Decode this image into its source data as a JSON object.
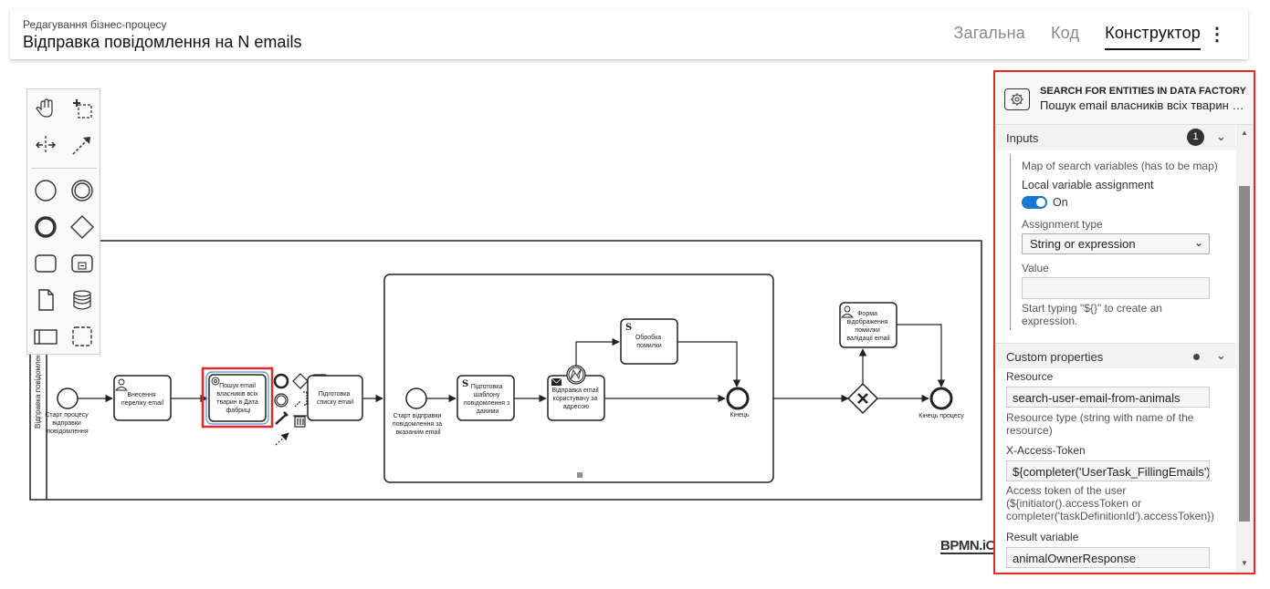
{
  "header": {
    "subtitle": "Редагування бізнес-процесу",
    "title": "Відправка повідомлення на N emails",
    "tabs": [
      "Загальна",
      "Код",
      "Конструктор"
    ],
    "active_tab": "Конструктор",
    "menu_icon": "more-vertical-icon"
  },
  "palette": {
    "tools": [
      "hand-tool-icon",
      "lasso-tool-icon",
      "space-tool-icon",
      "global-connect-icon",
      "start-event-icon",
      "intermediate-event-icon",
      "end-event-icon",
      "gateway-icon",
      "task-icon",
      "subprocess-icon",
      "data-object-icon",
      "data-store-icon",
      "pool-icon",
      "group-icon"
    ]
  },
  "diagram": {
    "pool_label": "Відправка повідомлення",
    "nodes": {
      "start": [
        "Старт процесу",
        "відправки",
        "повідомлення"
      ],
      "task1": [
        "Внесення",
        "переліку email"
      ],
      "task2": [
        "Пошук email",
        "власників всіх",
        "тварин в Дата",
        "фабриці"
      ],
      "task3": [
        "Підготовка",
        "списку email"
      ],
      "sub_start": [
        "Старт відправки",
        "повідомлення за",
        "вказаним email"
      ],
      "sub_task1": [
        "Підготовка",
        "шаблону",
        "повідомлення з",
        "даними"
      ],
      "sub_task2": [
        "Відправка email",
        "користувачу за",
        "адресою"
      ],
      "sub_task3": [
        "Обробка",
        "помилки"
      ],
      "sub_end": [
        "Кінець"
      ],
      "form": [
        "Форма",
        "відображення",
        "помилки",
        "валідації email"
      ],
      "end": [
        "Кінець процесу"
      ]
    }
  },
  "logo": "BPMN.iO",
  "properties": {
    "element_type": "SEARCH FOR ENTITIES IN DATA FACTORY",
    "element_name": "Пошук email власників всіх тварин в Дата фабриці",
    "inputs": {
      "label": "Inputs",
      "count": "1",
      "map_note": "Map of search variables (has to be map)",
      "local_label": "Local variable assignment",
      "local_value": "On",
      "assignment_label": "Assignment type",
      "assignment_value": "String or expression",
      "value_label": "Value",
      "value_hint_1": "Start typing \"${}\" to create an",
      "value_hint_2": "expression."
    },
    "custom": {
      "label": "Custom properties",
      "resource_label": "Resource",
      "resource_value": "search-user-email-from-animals",
      "resource_hint_1": "Resource type (string with name of the",
      "resource_hint_2": "resource)",
      "token_label": "X-Access-Token",
      "token_value": "${completer('UserTask_FillingEmails').a",
      "token_hint_1": "Access token of the user",
      "token_hint_2": "(${initiator().accessToken or",
      "token_hint_3": "completer('taskDefinitionId').accessToken})",
      "result_label": "Result variable",
      "result_value": "animalOwnerResponse"
    }
  },
  "colors": {
    "highlight_red": "#e8262c",
    "selection_blue": "#4a90d9",
    "toggle_blue": "#1976d2"
  }
}
